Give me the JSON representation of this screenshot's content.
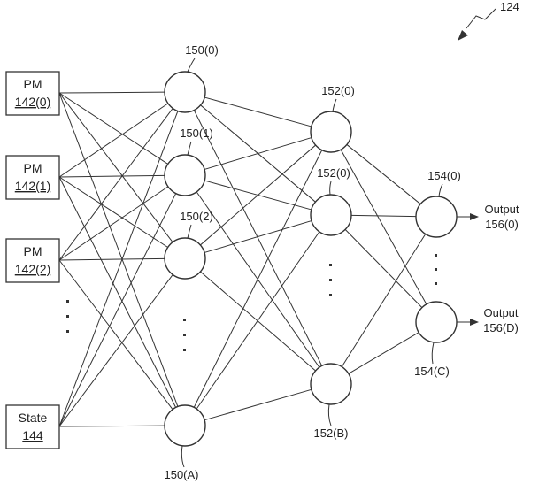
{
  "figure_ref": "124",
  "inputs": [
    {
      "title": "PM",
      "ref": "142(0)"
    },
    {
      "title": "PM",
      "ref": "142(1)"
    },
    {
      "title": "PM",
      "ref": "142(2)"
    },
    {
      "title": "State",
      "ref": "144"
    }
  ],
  "layer1_labels": [
    "150(0)",
    "150(1)",
    "150(2)",
    "150(A)"
  ],
  "layer2_labels": [
    "152(0)",
    "152(0)",
    "152(B)"
  ],
  "layer3_labels": [
    "154(0)",
    "154(C)"
  ],
  "outputs": [
    {
      "title": "Output",
      "ref": "156(0)"
    },
    {
      "title": "Output",
      "ref": "156(D)"
    }
  ]
}
